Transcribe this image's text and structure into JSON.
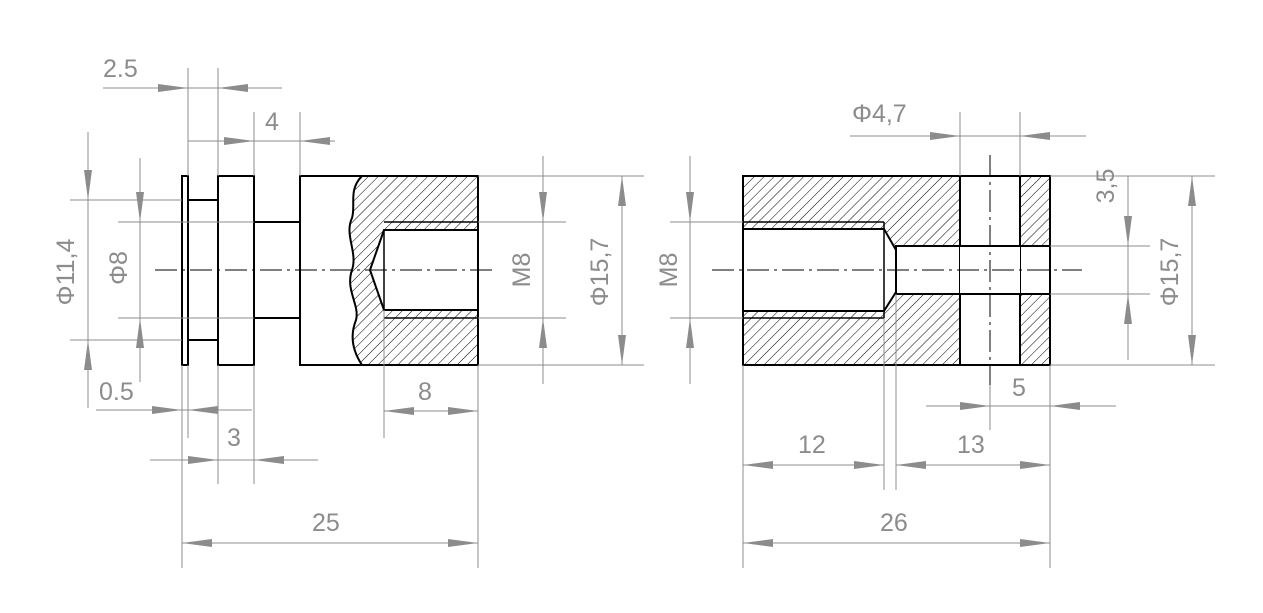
{
  "colors": {
    "outline": "#000000",
    "dimension": "#8c8c8c",
    "background": "#ffffff"
  },
  "left_view": {
    "dim_flange": "2.5",
    "dim_step": "4",
    "dim_dia_flange": "Φ11,4",
    "dim_dia_neck": "Φ8",
    "dim_thread": "M8",
    "dim_dia_body": "Φ15,7",
    "dim_plate": "0.5",
    "dim_neck_len": "3",
    "dim_thread_depth": "8",
    "dim_total_len": "25"
  },
  "right_view": {
    "dim_hole": "Φ4,7",
    "dim_offset": "3,5",
    "dim_thread": "M8",
    "dim_dia_body": "Φ15,7",
    "dim_hole_pos": "5",
    "dim_thread_depth": "12",
    "dim_bore_len": "13",
    "dim_total_len": "26"
  }
}
